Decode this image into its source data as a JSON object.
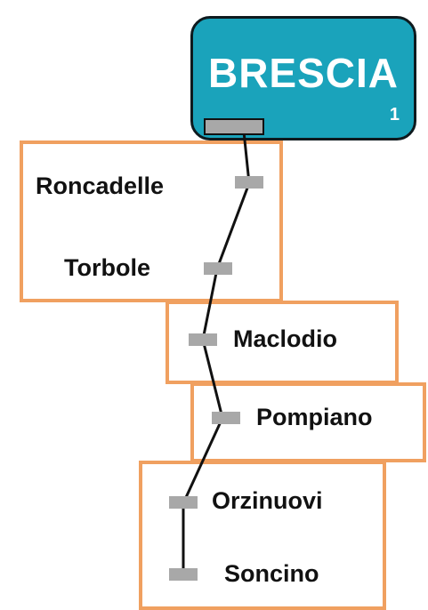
{
  "terminal": {
    "name": "BRESCIA",
    "number": "1"
  },
  "stops": [
    {
      "name": "Roncadelle"
    },
    {
      "name": "Torbole"
    },
    {
      "name": "Maclodio"
    },
    {
      "name": "Pompiano"
    },
    {
      "name": "Orzinuovi"
    },
    {
      "name": "Soncino"
    }
  ],
  "colors": {
    "terminal_fill": "#1aa3bb",
    "terminal_border": "#0e1a1e",
    "zone_border": "#f0a060",
    "station_marker": "#a8a8a8",
    "track_line": "#111111"
  }
}
